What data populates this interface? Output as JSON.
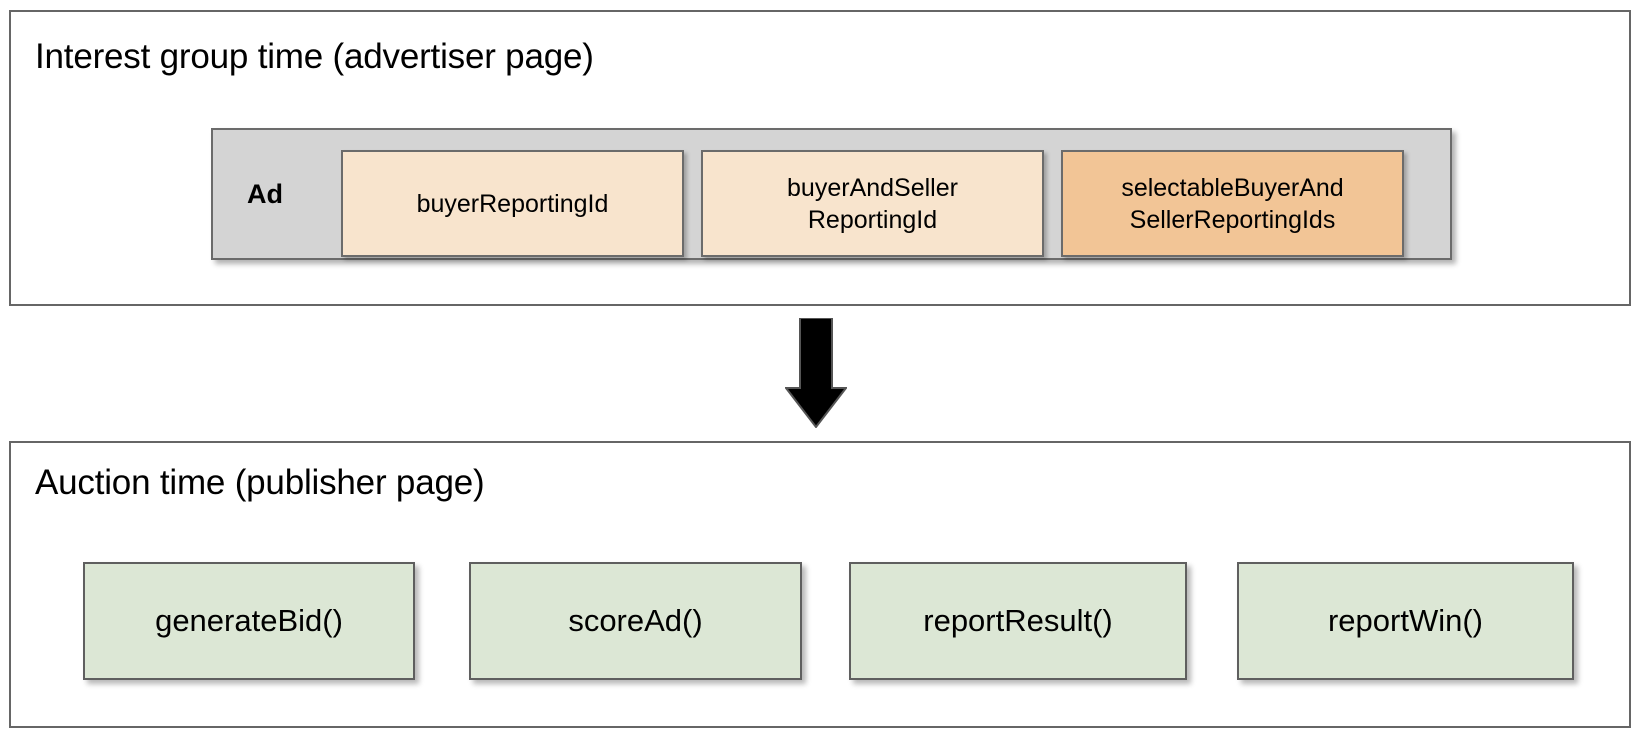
{
  "diagram": {
    "type": "flow",
    "title_semantic": "Protected Audience reporting identifiers flow",
    "colors": {
      "panel_border": "#666666",
      "ad_container_fill": "#d4d4d4",
      "ad_container_border": "#6b6b6b",
      "reporting_id_light": "#f8e4cd",
      "reporting_id_highlight": "#f2c596",
      "reporting_id_border": "#6b6b6b",
      "function_fill": "#dce7d5",
      "function_border": "#5f5f5f",
      "arrow_fill": "#000000",
      "background": "#ffffff",
      "text": "#000000"
    },
    "arrow": {
      "icon": "arrow-down-icon",
      "direction": "down",
      "label": ""
    },
    "panels": [
      {
        "id": "advertiser",
        "title": "Interest group time (advertiser page)",
        "group": {
          "label": "Ad",
          "items": [
            {
              "label": "buyerReportingId",
              "tone": "light"
            },
            {
              "label": "buyerAndSeller\nReportingId",
              "line1": "buyerAndSeller",
              "line2": "ReportingId",
              "tone": "light"
            },
            {
              "label": "selectableBuyerAnd\nSellerReportingIds",
              "line1": "selectableBuyerAnd",
              "line2": "SellerReportingIds",
              "tone": "dark"
            }
          ]
        }
      },
      {
        "id": "publisher",
        "title": "Auction time (publisher page)",
        "functions": [
          {
            "label": "generateBid()"
          },
          {
            "label": "scoreAd()"
          },
          {
            "label": "reportResult()"
          },
          {
            "label": "reportWin()"
          }
        ]
      }
    ]
  }
}
